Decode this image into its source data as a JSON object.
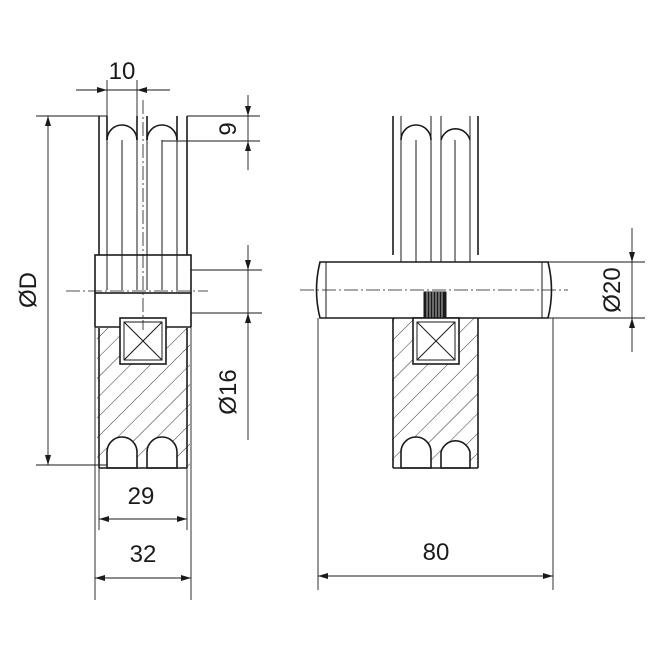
{
  "dimensions": {
    "groove_width": "10",
    "groove_depth": "9",
    "outer_diameter": "ØD",
    "bore_diameter": "Ø16",
    "inner_width": "29",
    "overall_width": "32",
    "axle_diameter": "Ø20",
    "axle_length": "80"
  },
  "colors": {
    "line": "#1a1a1a",
    "background": "#ffffff"
  }
}
